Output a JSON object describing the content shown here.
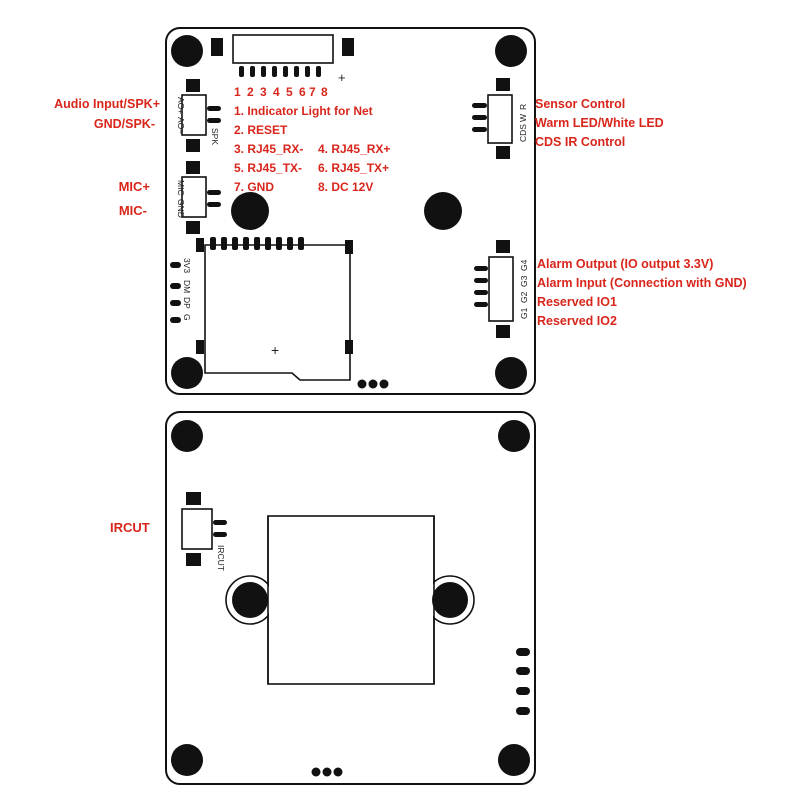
{
  "top_board": {
    "connector_numbers": [
      "1",
      "2",
      "3",
      "4",
      "5",
      "6",
      "7",
      "8"
    ],
    "connector_plus": "+",
    "pin_legend": [
      "1. Indicator Light for Net",
      "2. RESET",
      "3. RJ45_RX-",
      "4. RJ45_RX+",
      "5. RJ45_TX-",
      "6. RJ45_TX+",
      "7. GND",
      "8. DC 12V"
    ],
    "left_labels": {
      "audio_input": "Audio Input/SPK+",
      "gnd_spk": "GND/SPK-",
      "mic_plus": "MIC+",
      "mic_minus": "MIC-"
    },
    "right_labels": {
      "sensor_control": "Sensor Control",
      "warm_led": "Warm LED/White LED",
      "cds_ir": "CDS IR Control",
      "alarm_output": "Alarm Output (IO output 3.3V)",
      "alarm_input": "Alarm Input (Connection with GND)",
      "reserved_io1": "Reserved IO1",
      "reserved_io2": "Reserved IO2"
    },
    "silkscreen": {
      "ao_plus": "AO+",
      "ao_minus": "AO−",
      "spk": "SPK",
      "mic": "MIC",
      "gnd": "GND",
      "v33": "3V3",
      "dm": "DM",
      "dp": "DP",
      "g": "G",
      "cds": "CDS",
      "w": "W",
      "r": "R",
      "g1": "G1",
      "g2": "G2",
      "g3": "G3",
      "g4": "G4",
      "sd_plus": "+"
    }
  },
  "bottom_board": {
    "ircut_label": "IRCUT",
    "ircut_silk": "IRCUT"
  },
  "colors": {
    "label_red": "#d9261c",
    "outline": "#111111"
  }
}
